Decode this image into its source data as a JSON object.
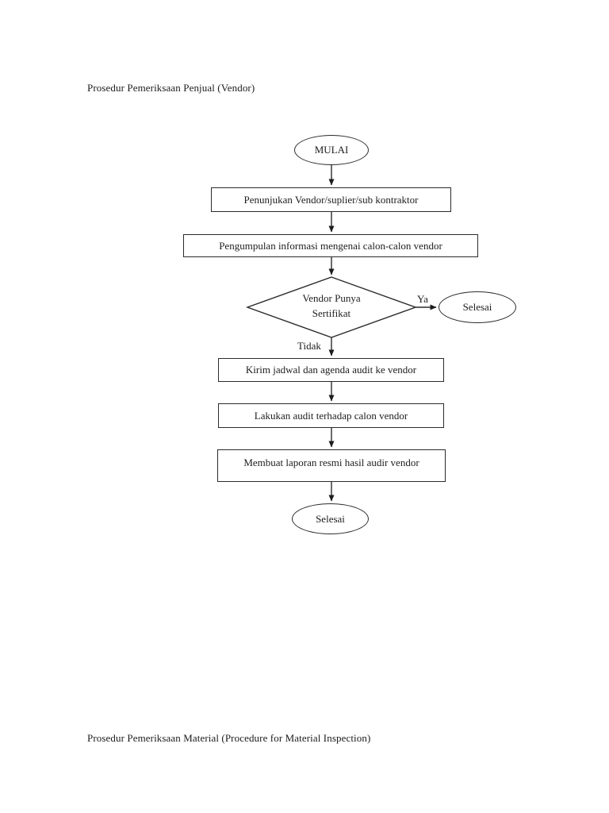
{
  "page": {
    "title_top": "Prosedur Pemeriksaan Penjual (Vendor)",
    "title_bottom": "Prosedur Pemeriksaan Material (Procedure for Material Inspection)"
  },
  "flowchart": {
    "start_label": "MULAI",
    "step1_label": "Penunjukan Vendor/suplier/sub kontraktor",
    "step2_label": "Pengumpulan informasi mengenai calon-calon vendor",
    "decision_line1": "Vendor Punya",
    "decision_line2": "Sertifikat",
    "yes_label": "Ya",
    "no_label": "Tidak",
    "yes_terminal_label": "Selesai",
    "step3_label": "Kirim jadwal dan agenda audit ke vendor",
    "step4_label": "Lakukan audit terhadap calon vendor",
    "step5_label": "Membuat laporan resmi hasil audir vendor",
    "end_label": "Selesai"
  },
  "colors": {
    "ink": "#2b2b2b",
    "paper": "#ffffff"
  }
}
